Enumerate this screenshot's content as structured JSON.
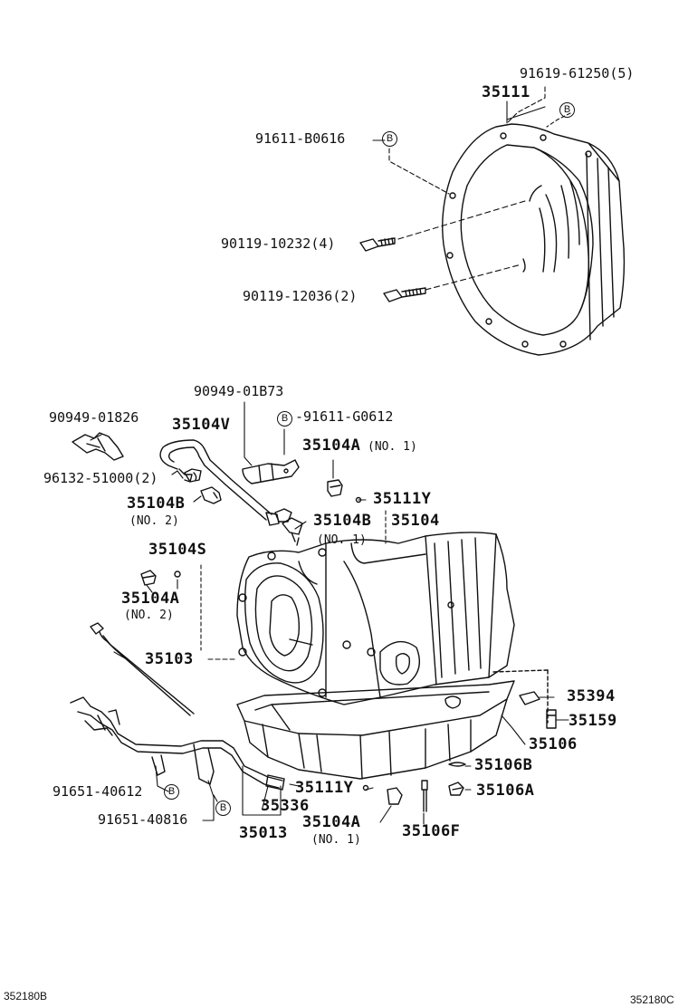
{
  "diagram": {
    "callouts": {
      "c_91619_61250": "91619-61250(5)",
      "c_35111": "35111",
      "c_91611_b0616": "91611-B0616",
      "c_90119_10232": "90119-10232(4)",
      "c_90119_12036": "90119-12036(2)",
      "c_90949_01b73": "90949-01B73",
      "c_90949_01826": "90949-01826",
      "c_35104v": "35104V",
      "c_91611_g0612": "91611-G0612",
      "c_35104a_no1_top": "35104A",
      "c_no1_a": "(NO. 1)",
      "c_96132_51000": "96132-51000(2)",
      "c_35104b_no2": "35104B",
      "c_no2_b": "(NO. 2)",
      "c_35111y_top": "35111Y",
      "c_35104b_no1": "35104B",
      "c_no1_b": "(NO. 1)",
      "c_35104": "35104",
      "c_35104s": "35104S",
      "c_35104a_no2": "35104A",
      "c_no2_a": "(NO. 2)",
      "c_35103": "35103",
      "c_35394": "35394",
      "c_35159": "35159",
      "c_35106": "35106",
      "c_35106b": "35106B",
      "c_91651_40612": "91651-40612",
      "c_35111y_bottom": "35111Y",
      "c_35106a": "35106A",
      "c_35336": "35336",
      "c_91651_40816": "91651-40816",
      "c_35013": "35013",
      "c_35104a_no1_bottom": "35104A",
      "c_no1_c": "(NO. 1)",
      "c_35106f": "35106F"
    },
    "bolt_marker": "B",
    "footer_left": "352180B",
    "footer_right": "352180C"
  }
}
